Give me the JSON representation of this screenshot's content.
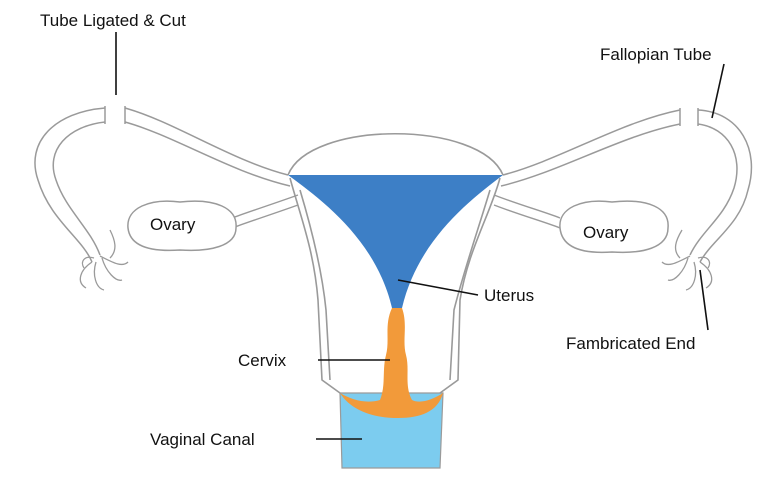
{
  "labels": {
    "tube_ligated": "Tube Ligated & Cut",
    "fallopian_tube": "Fallopian Tube",
    "ovary_left": "Ovary",
    "ovary_right": "Ovary",
    "uterus": "Uterus",
    "cervix": "Cervix",
    "fimbriated_end": "Fambricated End",
    "vaginal_canal": "Vaginal Canal"
  },
  "colors": {
    "uterus_cavity": "#3d7fc6",
    "cervix": "#f29a3a",
    "vaginal_canal": "#7cccef",
    "outline": "#9a9a9a",
    "leader": "#111111"
  }
}
